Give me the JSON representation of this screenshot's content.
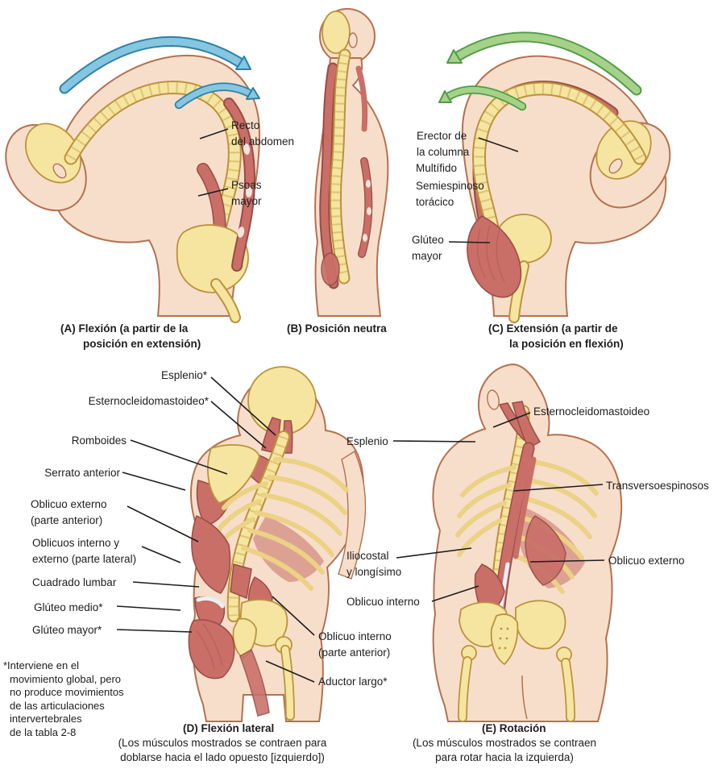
{
  "panels": {
    "a": {
      "caption_line1": "(A) Flexión (a partir de la",
      "caption_line2": "posición en extensión)",
      "labels": {
        "recto": "Recto\ndel abdomen",
        "psoas": "Psoas\nmayor"
      }
    },
    "b": {
      "caption": "(B) Posición neutra"
    },
    "c": {
      "caption_line1": "(C) Extensión (a partir de",
      "caption_line2": "la posición en flexión)",
      "labels": {
        "erector": "Erector de\nla columna",
        "multifido": "Multífido",
        "semiespinoso": "Semiespinoso\ntorácico",
        "gluteo_mayor": "Glúteo\nmayor"
      }
    },
    "d": {
      "caption_title": "(D) Flexión lateral",
      "caption_note": "(Los músculos mostrados se contraen para\ndoblarse hacia el lado opuesto [izquierdo])",
      "labels": {
        "esplenio": "Esplenio*",
        "esternocleidomastoideo": "Esternocleidomastoideo*",
        "romboides": "Romboides",
        "serrato": "Serrato anterior",
        "oblicuo_externo": "Oblicuo externo\n(parte anterior)",
        "oblicuos_interno_externo": "Oblicuos interno y\nexterno (parte lateral)",
        "cuadrado_lumbar": "Cuadrado lumbar",
        "gluteo_medio": "Glúteo medio*",
        "gluteo_mayor": "Glúteo mayor*",
        "oblicuo_interno": "Oblicuo interno\n(parte anterior)",
        "aductor_largo": "Aductor largo*"
      }
    },
    "e": {
      "caption_title": "(E) Rotación",
      "caption_note": "(Los músculos mostrados se contraen\npara rotar hacia la izquierda)",
      "labels": {
        "esternocleidomastoideo": "Esternocleidomastoideo",
        "esplenio": "Esplenio",
        "transversoespinosos": "Transversoespinosos",
        "iliocostal": "Iliocostal\ny longísimo",
        "oblicuo_externo": "Oblicuo externo",
        "oblicuo_interno": "Oblicuo interno"
      }
    }
  },
  "footnote": "*Interviene en el\nmovimiento global, pero\nno produce movimientos\nde las articulaciones\nintervertebrales\nde la tabla 2-8",
  "colors": {
    "skin": "#F7DECB",
    "skin_outline": "#B4714F",
    "bone": "#F5E5A1",
    "bone_outline": "#BC923B",
    "muscle": "#C96F68",
    "muscle_outline": "#9A4B45",
    "flexion_arrow_fill": "#85C6E0",
    "flexion_arrow_outline": "#2F7FA6",
    "extension_arrow_fill": "#A5D189",
    "extension_arrow_outline": "#4F9C45",
    "text": "#1D1D1D"
  }
}
